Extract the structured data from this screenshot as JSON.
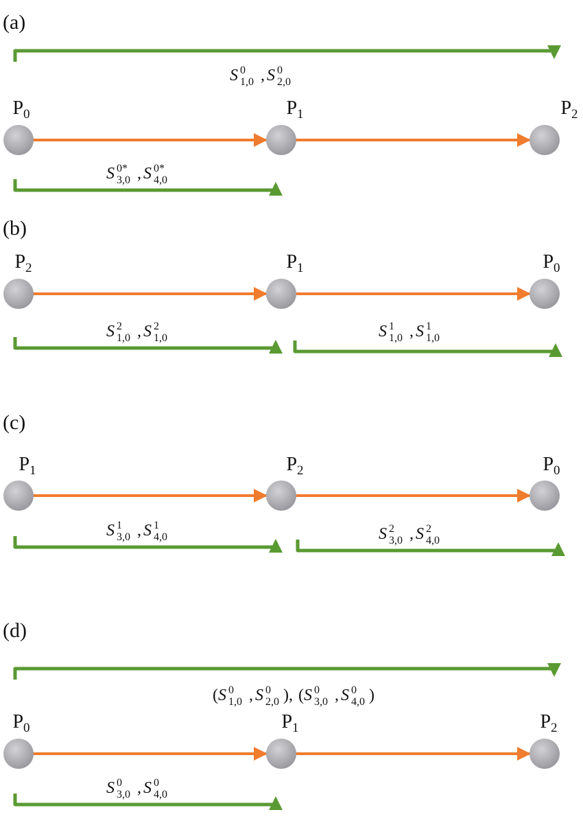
{
  "colors": {
    "edge_arrow": "#f07c2e",
    "bracket_arrow": "#5a9a32",
    "node_fill": "#a8a8ac"
  },
  "panels": [
    {
      "label": "(a)",
      "nodes": [
        {
          "base": "P",
          "sub": "0"
        },
        {
          "base": "P",
          "sub": "1"
        },
        {
          "base": "P",
          "sub": "2"
        }
      ],
      "brackets": [
        {
          "label": "S^{0}_{1,0} , S^{0}_{2,0}",
          "terms": [
            {
              "sup": "0",
              "sub": "1,0"
            },
            {
              "sup": "0",
              "sub": "2,0"
            }
          ]
        },
        {
          "label": "S^{0*}_{3,0} , S^{0*}_{4,0}",
          "terms": [
            {
              "sup": "0*",
              "sub": "3,0"
            },
            {
              "sup": "0*",
              "sub": "4,0"
            }
          ]
        }
      ]
    },
    {
      "label": "(b)",
      "nodes": [
        {
          "base": "P",
          "sub": "2"
        },
        {
          "base": "P",
          "sub": "1"
        },
        {
          "base": "P",
          "sub": "0"
        }
      ],
      "brackets": [
        {
          "label": "S^{2}_{1,0} , S^{2}_{1,0}",
          "terms": [
            {
              "sup": "2",
              "sub": "1,0"
            },
            {
              "sup": "2",
              "sub": "1,0"
            }
          ]
        },
        {
          "label": "S^{1}_{1,0} , S^{1}_{1,0}",
          "terms": [
            {
              "sup": "1",
              "sub": "1,0"
            },
            {
              "sup": "1",
              "sub": "1,0"
            }
          ]
        }
      ]
    },
    {
      "label": "(c)",
      "nodes": [
        {
          "base": "P",
          "sub": "1"
        },
        {
          "base": "P",
          "sub": "2"
        },
        {
          "base": "P",
          "sub": "0"
        }
      ],
      "brackets": [
        {
          "label": "S^{1}_{3,0} , S^{1}_{4,0}",
          "terms": [
            {
              "sup": "1",
              "sub": "3,0"
            },
            {
              "sup": "1",
              "sub": "4,0"
            }
          ]
        },
        {
          "label": "S^{2}_{3,0} , S^{2}_{4,0}",
          "terms": [
            {
              "sup": "2",
              "sub": "3,0"
            },
            {
              "sup": "2",
              "sub": "4,0"
            }
          ]
        }
      ]
    },
    {
      "label": "(d)",
      "nodes": [
        {
          "base": "P",
          "sub": "0"
        },
        {
          "base": "P",
          "sub": "1"
        },
        {
          "base": "P",
          "sub": "2"
        }
      ],
      "brackets": [
        {
          "label": "(S^{0}_{1,0} , S^{0}_{2,0}), (S^{0}_{3,0} , S^{0}_{4,0})",
          "terms": [
            {
              "sup": "0",
              "sub": "1,0"
            },
            {
              "sup": "0",
              "sub": "2,0"
            },
            {
              "sup": "0",
              "sub": "3,0"
            },
            {
              "sup": "0",
              "sub": "4,0"
            }
          ]
        },
        {
          "label": "S^{0}_{3,0} , S^{0}_{4,0}",
          "terms": [
            {
              "sup": "0",
              "sub": "3,0"
            },
            {
              "sup": "0",
              "sub": "4,0"
            }
          ]
        }
      ]
    }
  ]
}
